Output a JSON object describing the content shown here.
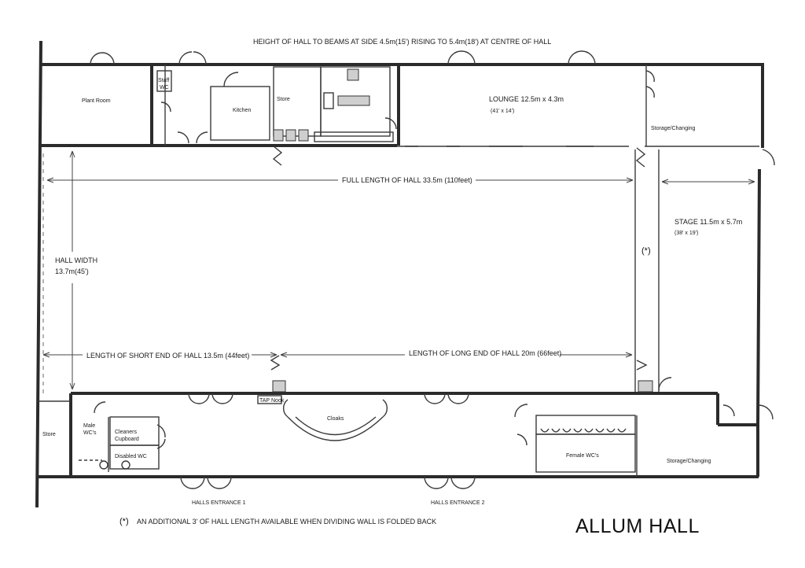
{
  "title": "ALLUM HALL",
  "notes": {
    "height": "HEIGHT OF HALL TO BEAMS AT SIDE 4.5m(15') RISING TO 5.4m(18') AT CENTRE OF HALL",
    "footnote_marker": "(*)",
    "footnote": "AN ADDITIONAL 3' OF HALL LENGTH AVAILABLE WHEN DIVIDING WALL IS FOLDED BACK",
    "divider_marker": "(*)"
  },
  "dimensions": {
    "full_length": "FULL LENGTH OF HALL 33.5m (110feet)",
    "short_end": "LENGTH OF SHORT END OF HALL 13.5m (44feet)",
    "long_end": "LENGTH OF LONG END OF HALL 20m (66feet)",
    "width_label": "HALL WIDTH",
    "width_value": "13.7m(45')"
  },
  "rooms": {
    "plant_room": "Plant Room",
    "staff_wc_1": "Staff",
    "staff_wc_2": "WC",
    "kitchen": "Kitchen",
    "store_kitchen": "Store",
    "lounge": "LOUNGE 12.5m x 4.3m",
    "lounge_imperial": "(41' x 14')",
    "storage_changing_top": "Storage/Changing",
    "stage": "STAGE 11.5m x 5.7m",
    "stage_imperial": "(38' x 19')",
    "store_bottom": "Store",
    "male_wc_1": "Male",
    "male_wc_2": "WC's",
    "cleaners_1": "Cleaners",
    "cleaners_2": "Cupboard",
    "disabled_wc": "Disabled WC",
    "tap": "TAP",
    "tap2": "Nook",
    "cloaks": "Cloaks",
    "female_wc": "Female WC's",
    "storage_changing_bottom": "Storage/Changing"
  },
  "entrances": {
    "entrance_1": "HALLS ENTRANCE 1",
    "entrance_2": "HALLS ENTRANCE 2"
  }
}
